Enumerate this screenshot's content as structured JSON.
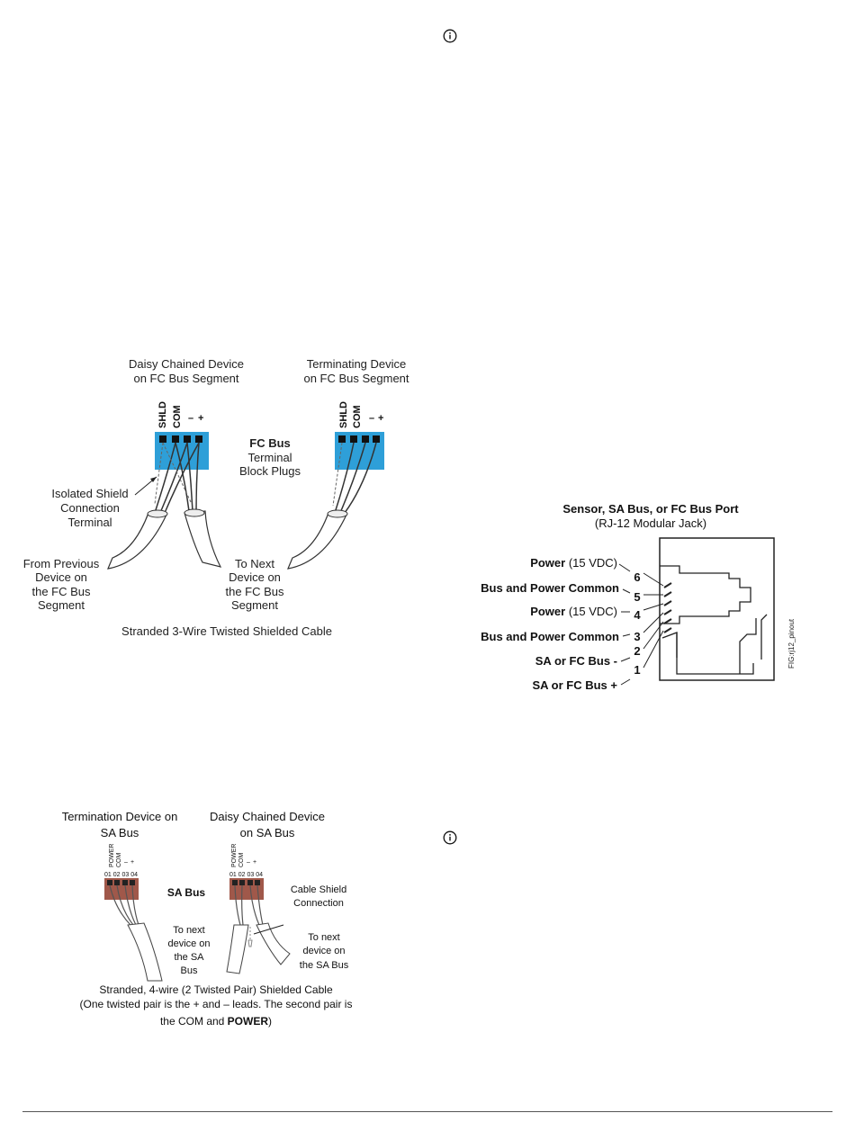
{
  "icons": {
    "info_top": "info-icon",
    "info_bottom": "info-icon"
  },
  "fc_figure": {
    "left_title": [
      "Daisy Chained Device",
      "on FC Bus Segment"
    ],
    "right_title": [
      "Terminating Device",
      "on FC Bus Segment"
    ],
    "pin_labels": [
      "SHLD",
      "COM",
      "–",
      "+"
    ],
    "center_label": [
      "FC Bus",
      "Terminal",
      "Block Plugs"
    ],
    "shield_label": [
      "Isolated Shield",
      "Connection",
      "Terminal"
    ],
    "from_label": [
      "From Previous",
      "Device on",
      "the FC Bus",
      "Segment"
    ],
    "to_label": [
      "To Next",
      "Device on",
      "the FC Bus",
      "Segment"
    ],
    "caption": "Stranded 3-Wire Twisted Shielded Cable",
    "block_color": "#2e9fd8"
  },
  "rj12_figure": {
    "title": "Sensor, SA Bus, or FC Bus Port",
    "subtitle": "(RJ-12 Modular Jack)",
    "pins": [
      {
        "num": "6",
        "bold": "Power",
        "normal": " (15 VDC)"
      },
      {
        "num": "5",
        "bold": "Bus and Power Common",
        "normal": ""
      },
      {
        "num": "4",
        "bold": "Power",
        "normal": " (15 VDC)"
      },
      {
        "num": "3",
        "bold": "Bus and Power Common",
        "normal": ""
      },
      {
        "num": "2",
        "bold": "SA or FC Bus -",
        "normal": ""
      },
      {
        "num": "1",
        "bold": "SA or FC Bus +",
        "normal": ""
      }
    ],
    "fig_id": "FIG:rj12_pinout"
  },
  "sa_figure": {
    "left_title": [
      "Termination Device on",
      "SA Bus"
    ],
    "right_title": [
      "Daisy Chained Device",
      "on SA Bus"
    ],
    "pin_labels": [
      "POWER",
      "COM",
      "–",
      "+"
    ],
    "pin_numbers": "01 02 03 04",
    "center_label": "SA Bus",
    "shield_label": [
      "Cable Shield",
      "Connection"
    ],
    "to_label_left": [
      "To next",
      "device on",
      "the SA",
      "Bus"
    ],
    "to_label_right": [
      "To next",
      "device on",
      "the SA Bus"
    ],
    "caption_lines": [
      "Stranded, 4-wire (2 Twisted Pair) Shielded Cable",
      "(One twisted pair is the + and – leads. The second pair is"
    ],
    "caption_last_prefix": "the COM and ",
    "caption_last_bold": "POWER",
    "caption_last_suffix": ")",
    "block_color": "#a0584a"
  }
}
